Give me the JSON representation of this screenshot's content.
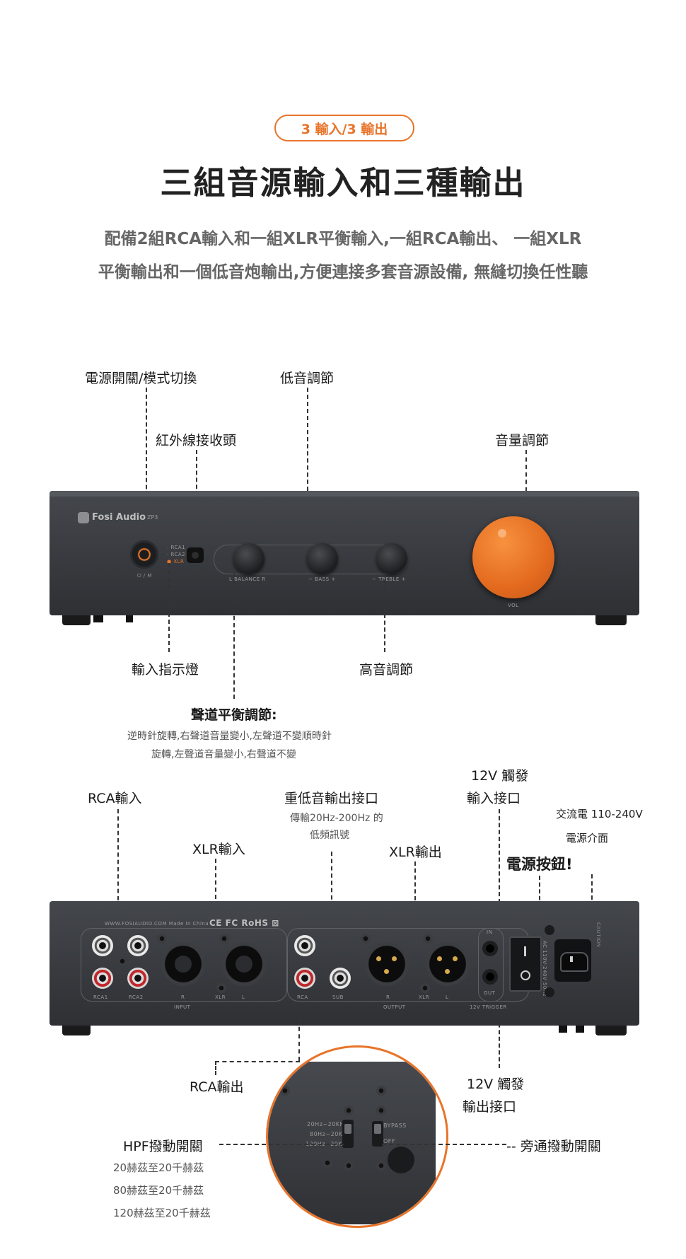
{
  "badge": "3 輸入/3 輸出",
  "title": "三組音源輸入和三種輸出",
  "subtitle_line1": "配備2組RCA輸入和一組XLR平衡輸入,一組RCA輸出、 一組XLR",
  "subtitle_line2": "平衡輸出和一個低音炮輸出,方便連接多套音源設備, 無縫切換任性聽",
  "front": {
    "power_label": "電源開關/模式切換",
    "bass_label": "低音調節",
    "ir_label": "紅外線接收頭",
    "volume_label": "音量調節",
    "input_led_label": "輸入指示燈",
    "treble_label": "高音調節",
    "balance_label": "聲道平衡調節:",
    "balance_desc1": "逆時針旋轉,右聲道音量變小,左聲道不變順時針",
    "balance_desc2": "旋轉,左聲道音量變小,右聲道不變",
    "brand": "Fosi Audio",
    "model": "ZP3",
    "led_rca1": "· RCA1",
    "led_rca2": "· RCA2",
    "led_xlr": "● XLR",
    "power_mark": "⏻ / M",
    "knob_balance": "L  BALANCE  R",
    "knob_bass": "−  BASS  +",
    "knob_treble": "−  TREBLE  +",
    "knob_vol": "VOL"
  },
  "rear": {
    "rca_in_label": "RCA輸入",
    "sub_out_label": "重低音輸出接口",
    "sub_out_desc1": "傳輸20Hz-200Hz 的",
    "sub_out_desc2": "低頻訊號",
    "trigger_in_label1": "12V 觸發",
    "trigger_in_label2": "輸入接口",
    "ac_label1": "交流電 110-240V",
    "ac_label2": "電源介面",
    "xlr_in_label": "XLR輸入",
    "xlr_out_label": "XLR輸出",
    "power_button_label": "電源按鈕!",
    "rca_out_label": "RCA輸出",
    "trigger_out_label1": "12V 觸發",
    "trigger_out_label2": "輸出接口",
    "hpf_label": "HPF撥動開關",
    "hpf_opt1": "20赫茲至20千赫茲",
    "hpf_opt2": "80赫茲至20千赫茲",
    "hpf_opt3": "120赫茲至20千赫茲",
    "bypass_label": "-- 旁通撥動開關",
    "website": "WWW.FOSIAUDIO.COM    Made in China",
    "marks": "CE FC RoHS ⊠",
    "rca1": "RCA1",
    "rca2": "RCA2",
    "r": "R",
    "xlr": "XLR",
    "l": "L",
    "input": "INPUT",
    "rca": "RCA",
    "sub": "SUB",
    "output": "OUTPUT",
    "out": "OUT",
    "in": "IN",
    "trigger": "12V TRIGGER",
    "ac_mark": "AC 110V-240V 50Hz",
    "caution": "CAUTION"
  },
  "zoom": {
    "hz1": "20Hz~20KHz",
    "hz2": "80Hz~20KHz",
    "hz3": "120Hz~20KHz",
    "bypass": "BYPASS",
    "off": "OFF"
  },
  "colors": {
    "accent": "#e8742a",
    "chassis": "#3a3d42"
  }
}
